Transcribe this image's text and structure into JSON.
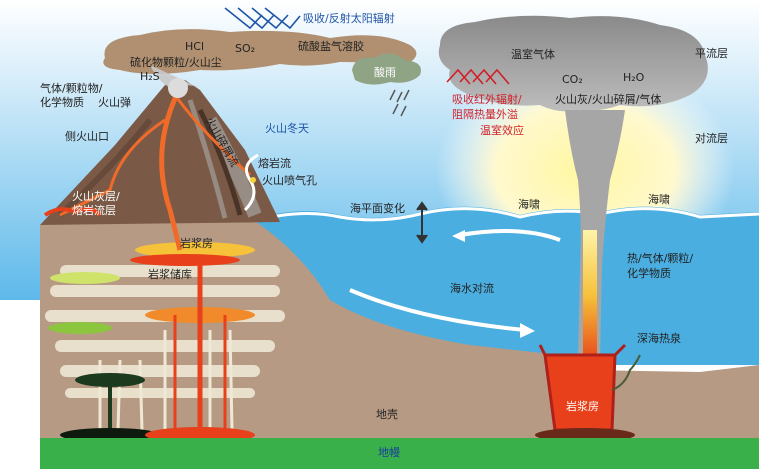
{
  "labels": {
    "solar": "吸收/反射太阳辐射",
    "hcl": "HCl",
    "so2": "SO₂",
    "sulfate_aerosol": "硫酸盐气溶胶",
    "sulfide_ash": "硫化物颗粒/火山尘",
    "h2s": "H₂S",
    "acid_rain": "酸雨",
    "gas_particles": "气体/颗粒物/\n化学物质",
    "bombs": "火山弹",
    "flank_vent": "侧火山口",
    "ash_lava_layers": "火山灰层/\n熔岩流层",
    "debris_flow": "火山碎屑流",
    "volcanic_winter": "火山冬天",
    "lava_flow": "熔岩流",
    "fumarole": "火山喷气孔",
    "sea_level": "海平面变化",
    "tsunami_left": "海啸",
    "tsunami_right": "海啸",
    "magma_chamber": "岩浆房",
    "magma_reservoir": "岩浆储库",
    "ocean_convection": "海水对流",
    "crust": "地壳",
    "mantle": "地幔",
    "greenhouse": "温室气体",
    "co2": "CO₂",
    "h2o": "H₂O",
    "stratosphere": "平流层",
    "troposphere": "对流层",
    "ir_absorb": "吸收红外辐射/\n阻隔热量外溢",
    "greenhouse_effect": "温室效应",
    "ash_debris_gas": "火山灰/火山碎屑/气体",
    "heat_particles": "热/气体/颗粒/\n化学物质",
    "hydrothermal": "深海热泉",
    "magma_chamber_sea": "岩浆房"
  },
  "colors": {
    "sky": "#7fc8ee",
    "ocean": "#4aaee0",
    "crust": "#b79a84",
    "mantle": "#3ab04a",
    "magma": "#e83a1a",
    "ash_cloud": "#a88a6a",
    "grey_cloud": "#9a9a9a"
  }
}
